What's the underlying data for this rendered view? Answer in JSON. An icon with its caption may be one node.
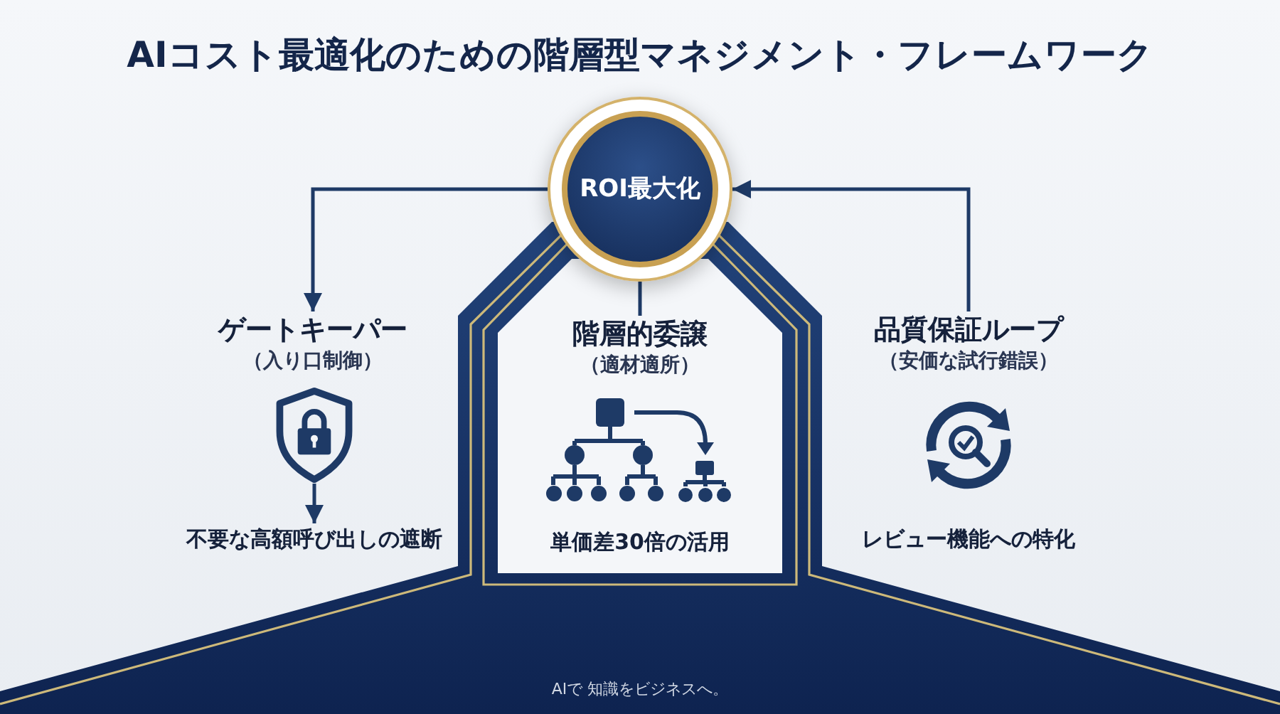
{
  "diagram": {
    "title": "AIコスト最適化のための階層型マネジメント・フレームワーク",
    "nodes": [
      {
        "text": [
          "ROI最大化"
        ]
      },
      {
        "text": [
          "ゲートキーパー",
          "（入り口制御）"
        ]
      },
      {
        "text": [],
        "shape": "picture"
      },
      {
        "text": [
          "不要な高額呼び出しの遮断"
        ]
      },
      {
        "text": [
          "AIで 知識をビジネスへ。"
        ]
      },
      {
        "text": [
          "階層的委譲",
          "（適材適所）",
          "単価差30倍の活用"
        ],
        "in": 4
      },
      {
        "text": [
          "品質保証ループ",
          "（安価な試行錯誤）"
        ]
      }
    ],
    "edges": [
      {
        "from": 0,
        "to": 1,
        "arrow": "to"
      },
      {
        "from": 6,
        "to": 0,
        "arrow": "to"
      },
      {
        "from": 2,
        "to": 3,
        "arrow": "to"
      },
      {
        "from": 0,
        "to": 5,
        "arrow": "none"
      }
    ],
    "labels": [
      "レビュー機能への特化"
    ]
  }
}
